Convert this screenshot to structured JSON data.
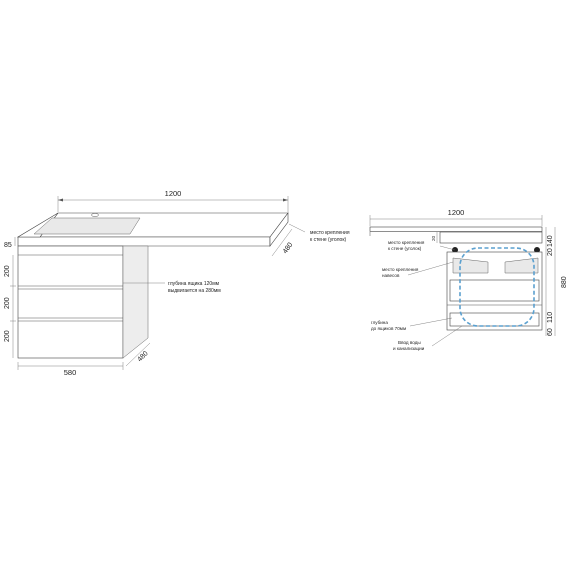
{
  "left_view": {
    "width_dim": "1200",
    "top_thickness_dim": "85",
    "drawer_heights": [
      "200",
      "200",
      "200"
    ],
    "depth_top_dim": "480",
    "depth_base_dim": "480",
    "base_width_dim": "580",
    "mount_note": [
      "место крепления",
      "к стене (уголок)"
    ],
    "drawer_note": [
      "глубина ящика 120мм",
      "выдвигается на 280мм"
    ]
  },
  "right_view": {
    "width_dim": "1200",
    "height_dim": "880",
    "side_dims": [
      "140",
      "20",
      "110",
      "60"
    ],
    "top_gap_dim": "20",
    "mount_note": [
      "место крепления",
      "к стене (уголок)"
    ],
    "hinge_note": [
      "место крепления",
      "навесов"
    ],
    "drawer_depth_note": [
      "глубина",
      "до ящиков 70мм"
    ],
    "inlet_note": [
      "Ввод воды",
      "и канализации"
    ]
  },
  "colors": {
    "lines": "#555555",
    "shade": "#e9e9e9",
    "dashed_outline": "#5ba0cf"
  }
}
